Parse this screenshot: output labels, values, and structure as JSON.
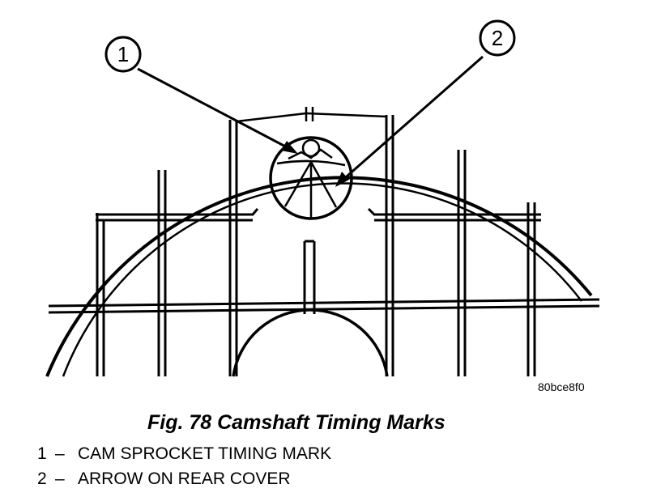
{
  "callouts": [
    {
      "number": "1"
    },
    {
      "number": "2"
    }
  ],
  "image_id": "80bce8f0",
  "caption": "Fig. 78 Camshaft Timing Marks",
  "legend": [
    {
      "number": "1",
      "separator": "–",
      "text": "CAM SPROCKET TIMING MARK"
    },
    {
      "number": "2",
      "separator": "–",
      "text": "ARROW ON REAR COVER"
    }
  ]
}
